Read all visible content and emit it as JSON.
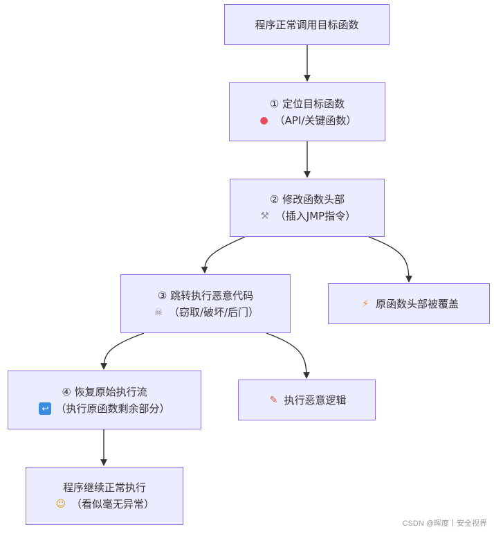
{
  "nodes": {
    "n1": {
      "label": "程序正常调用目标函数"
    },
    "n2": {
      "label": "① 定位目标函数",
      "sub": "（API/关键函数）",
      "icon": "round-pushpin-icon"
    },
    "n3": {
      "label": "② 修改函数头部",
      "sub": "（插入JMP指令）",
      "icon": "wrench-icon"
    },
    "n4": {
      "label": "③ 跳转执行恶意代码",
      "sub": "（窃取/破坏/后门）",
      "icon": "skull-icon"
    },
    "n5": {
      "label": "原函数头部被覆盖",
      "icon": "lightning-icon"
    },
    "n6": {
      "label": "④ 恢复原始执行流",
      "sub": "（执行原函数剩余部分）",
      "icon": "return-arrow-icon"
    },
    "n7": {
      "label": "执行恶意逻辑",
      "icon": "memo-icon"
    },
    "n8": {
      "label": "程序继续正常执行",
      "sub": "（看似毫无异常）",
      "icon": "performing-arts-masks-icon"
    }
  },
  "watermark": "CSDN @晖度丨安全视界",
  "colors": {
    "node_fill": "#ececff",
    "node_border": "#9370db",
    "edge": "#333333",
    "text": "#333333"
  }
}
